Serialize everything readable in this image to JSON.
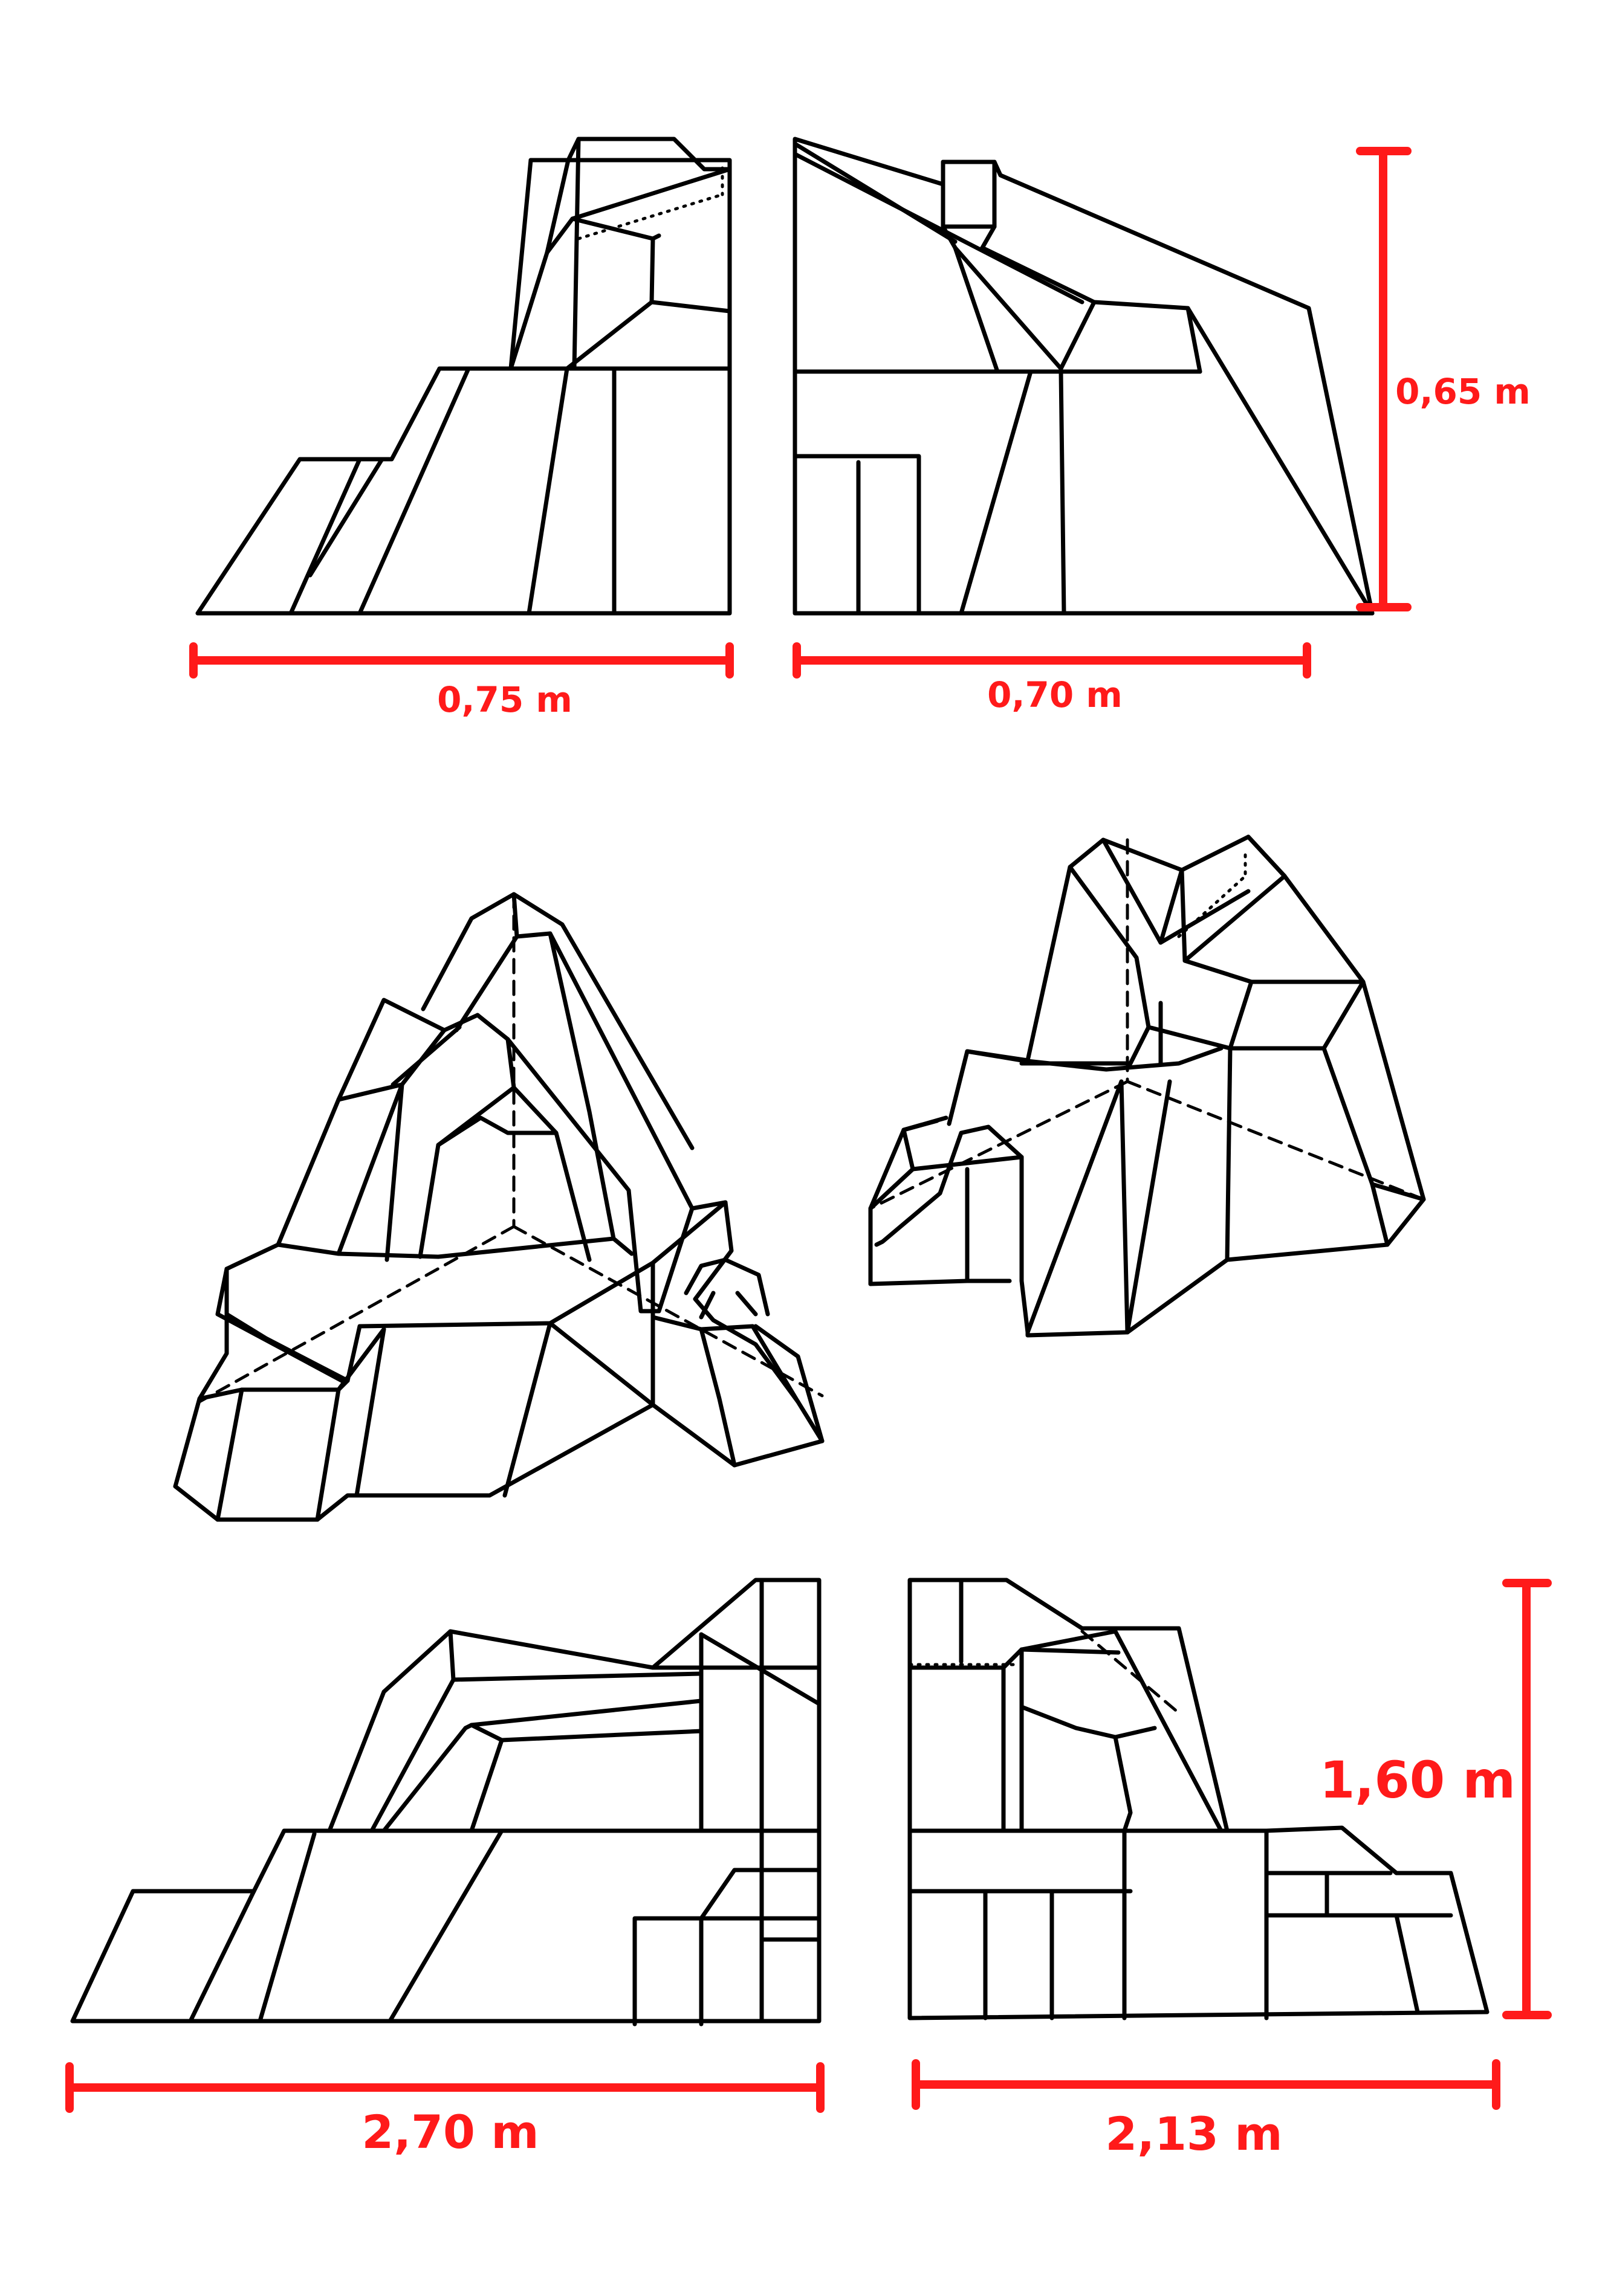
{
  "colors": {
    "ink": "#000000",
    "dimension": "#ff1a1a",
    "paper": "#ffffff"
  },
  "dimensions": {
    "top_left_width": "0,75 m",
    "top_right_width": "0,70 m",
    "top_height": "0,65 m",
    "bottom_left_width": "2,70 m",
    "bottom_right_width": "2,13 m",
    "bottom_height": "1,60 m"
  }
}
